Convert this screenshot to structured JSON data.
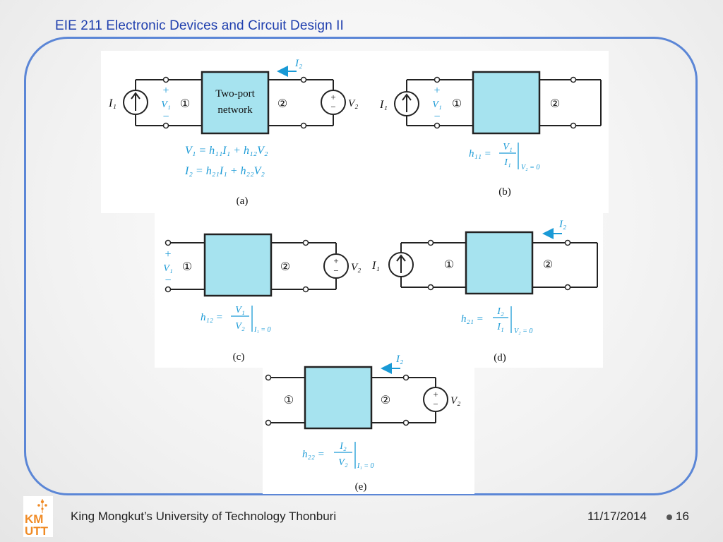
{
  "slide": {
    "title": "EIE 211 Electronic Devices and Circuit Design II",
    "footer_institution": "King Mongkut’s University of Technology Thonburi",
    "date": "11/17/2014",
    "page_number": "16",
    "logo_text": "KMUTT"
  },
  "figure": {
    "box_label": "Two-port network",
    "box_label_line1": "Two-port",
    "box_label_line2": "network",
    "port1": "①",
    "port2": "②",
    "caption_a": "(a)",
    "caption_b": "(b)",
    "caption_c": "(c)",
    "caption_d": "(d)",
    "caption_e": "(e)",
    "eq_v1": "V₁ = h₁₁I₁ + h₁₂V₂",
    "eq_i2": "I₂ = h₂₁I₁ + h₂₂V₂",
    "h11_lhs": "h₁₁ =",
    "h11_num": "V₁",
    "h11_den": "I₁",
    "h11_cond": "V₂ = 0",
    "h12_lhs": "h₁₂ =",
    "h12_num": "V₁",
    "h12_den": "V₂",
    "h12_cond": "I₁ = 0",
    "h21_lhs": "h₂₁ =",
    "h21_num": "I₂",
    "h21_den": "I₁",
    "h21_cond": "V₂ = 0",
    "h22_lhs": "h₂₂ =",
    "h22_num": "I₂",
    "h22_den": "V₂",
    "h22_cond": "I₁ = 0",
    "label_I1": "I₁",
    "label_I2": "I₂",
    "label_V1": "V₁",
    "label_V2": "V₂",
    "plus": "+",
    "minus": "−",
    "colors": {
      "box_fill": "#a6e3ef",
      "accent_text": "#1a9ad6",
      "frame": "#5b86d6",
      "title": "#1f3fae"
    }
  }
}
